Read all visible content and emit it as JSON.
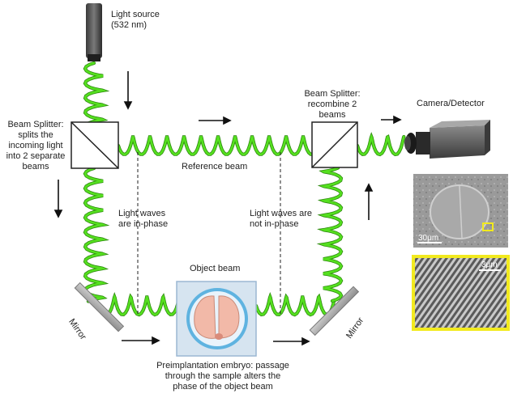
{
  "diagram": {
    "light_source": [
      "Light source",
      "(532 nm)"
    ],
    "splitter_left": [
      "Beam Splitter:",
      "splits the",
      "incoming light",
      "into 2 separate",
      "beams"
    ],
    "splitter_right": [
      "Beam Splitter:",
      "recombine 2",
      "beams"
    ],
    "camera": "Camera/Detector",
    "reference_beam": "Reference beam",
    "in_phase": [
      "Light waves",
      "are in-phase"
    ],
    "not_in_phase": [
      "Light waves are",
      "not in-phase"
    ],
    "object_beam": "Object beam",
    "mirror_left": "Mirror",
    "mirror_right": "Mirror",
    "embryo_caption": [
      "Preimplantation embryo: passage",
      "through the sample alters the",
      "phase of the object beam"
    ],
    "scalebar_large": "30μm",
    "scalebar_small": "3μm"
  },
  "colors": {
    "wave": "#55e01f",
    "wave_edge": "#2f8a10",
    "highlight": "#f2ea1e",
    "dish": "#d6e4f0",
    "embryo": "#f2b9a8"
  }
}
